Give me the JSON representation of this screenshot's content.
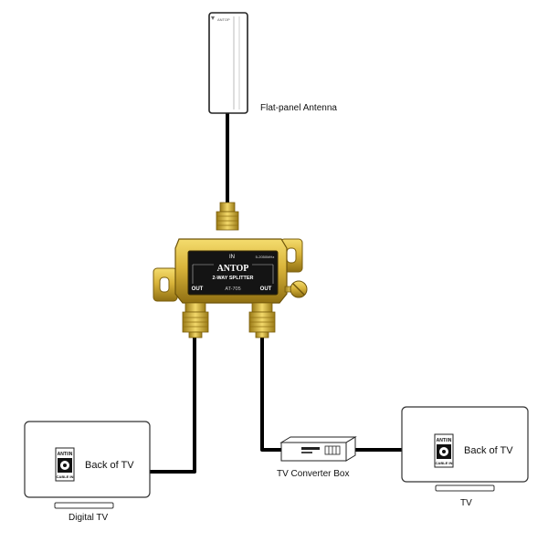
{
  "antenna": {
    "label": "Flat-panel Antenna",
    "brand": "ANTOP"
  },
  "splitter": {
    "brand": "ANTOP",
    "model_line": "2-WAY SPLITTER",
    "model_number": "AT-705",
    "in_label": "IN",
    "freq_label": "5-2050MHz",
    "out_left_label": "OUT",
    "out_right_label": "OUT"
  },
  "digital_tv": {
    "label": "Digital TV",
    "back_label": "Back of TV",
    "port_top": "ANT/IN",
    "port_bottom": "CABLE IN"
  },
  "converter": {
    "label": "TV Converter Box"
  },
  "tv": {
    "label": "TV",
    "back_label": "Back of TV",
    "port_top": "ANT/IN",
    "port_bottom": "CABLE IN"
  },
  "colors": {
    "brass": "#d9b43a",
    "brass_dark": "#9a7a16",
    "cable": "#000000"
  }
}
